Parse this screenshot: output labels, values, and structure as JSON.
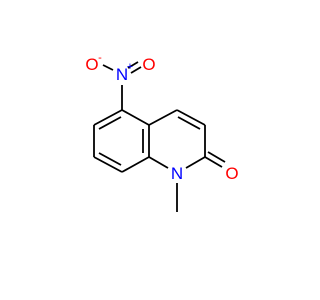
{
  "molecule": {
    "atoms": {
      "nitro_o_left": {
        "label": "O",
        "charge": "-",
        "color": "#ff0000"
      },
      "nitro_n": {
        "label": "N",
        "charge": "+",
        "color": "#0000ff"
      },
      "nitro_o_right": {
        "label": "O",
        "color": "#ff0000"
      },
      "ring_n": {
        "label": "N",
        "color": "#0000ff"
      },
      "carbonyl_o": {
        "label": "O",
        "color": "#ff0000"
      }
    },
    "bond_color": "#000000"
  }
}
